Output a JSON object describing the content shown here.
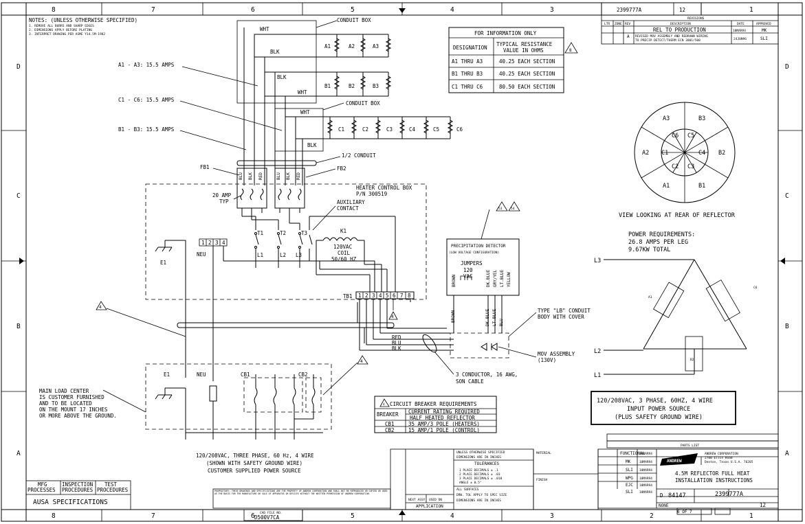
{
  "border": {
    "columns": [
      "8",
      "7",
      "6",
      "5",
      "4",
      "3",
      "2",
      "1"
    ],
    "rows": [
      "D",
      "C",
      "B",
      "A"
    ]
  },
  "notes": {
    "title": "NOTES: (UNLESS OTHERWISE SPECIFIED)",
    "lines": [
      "1. REMOVE ALL BURRS AND SHARP EDGES",
      "2. DIMENSIONS APPLY BEFORE PLATING",
      "3. INTERPRET DRAWING PER ASME Y14.5M-1982"
    ]
  },
  "conduit": {
    "box1": "CONDUIT BOX",
    "box2": "CONDUIT BOX",
    "half": "1/2 CONDUIT"
  },
  "wires": {
    "wht": "WHT",
    "blk": "BLK",
    "blu": "BLU",
    "red": "RED"
  },
  "groups": {
    "a": "A1 - A3: 15.5 AMPS",
    "c": "C1 - C6: 15.5 AMPS",
    "b": "B1 - B3: 15.5 AMPS"
  },
  "resistors": {
    "a": [
      "A1",
      "A2",
      "A3"
    ],
    "b": [
      "B1",
      "B2",
      "B3"
    ],
    "c": [
      "C1",
      "C2",
      "C3",
      "C4",
      "C5",
      "C6"
    ]
  },
  "fuse_blocks": {
    "fb1": "FB1",
    "fb2": "FB2",
    "amp": "20 AMP",
    "typ": "TYP"
  },
  "heater_box": {
    "title": "HEATER CONTROL BOX",
    "pn": "P/N 300519",
    "aux": "AUXILIARY",
    "contact": "CONTACT",
    "k1": "K1",
    "coil1": "120VAC",
    "coil2": "COIL",
    "coil3": "50/60 HZ",
    "terminals_top": [
      "T1",
      "T2",
      "T3"
    ],
    "terminals_bottom": [
      "L1",
      "L2",
      "L3"
    ],
    "e1": "E1",
    "neu": "NEU",
    "terminal_block": [
      "1",
      "2",
      "3",
      "4"
    ],
    "tb1": "TB1",
    "tb1_terms": [
      "1",
      "2",
      "3",
      "4",
      "5",
      "6",
      "7",
      "8"
    ]
  },
  "info_table": {
    "title": "FOR INFORMATION ONLY",
    "headers": [
      "DESIGNATION",
      "TYPICAL RESISTANCE",
      "VALUE IN OHMS"
    ],
    "rows": [
      [
        "A1 THRU A3",
        "40.25 EACH SECTION"
      ],
      [
        "B1 THRU B3",
        "40.25 EACH SECTION"
      ],
      [
        "C1 THRU C6",
        "80.50 EACH SECTION"
      ]
    ],
    "flag": "8"
  },
  "reflector_view": {
    "outer": [
      "A3",
      "B3",
      "B2",
      "B1",
      "A1",
      "A2"
    ],
    "inner": [
      "C6",
      "C5",
      "C4",
      "C3",
      "C2",
      "C1"
    ],
    "caption": "VIEW LOOKING AT REAR OF REFLECTOR"
  },
  "power": {
    "title": "POWER REQUIREMENTS:",
    "line1": "26.8 AMPS PER LEG",
    "line2": "9.67KW TOTAL",
    "legs": [
      "L3",
      "L2",
      "L1"
    ]
  },
  "detector": {
    "title": "PRECIPITATION DETECTOR",
    "subtitle": "(LOW VOLTAGE CONFIGURATION)",
    "jumpers": "JUMPERS",
    "vac": "120",
    "vac2": "VAC",
    "wires": [
      "BROWN",
      "DK.BLUE",
      "GRY/YEL",
      "LT.BLUE",
      "YELLOW"
    ],
    "flags": [
      "53",
      "54"
    ]
  },
  "conduit_body": {
    "line1": "TYPE \"LB\" CONDUIT",
    "line2": "BODY WITH COVER"
  },
  "mov": {
    "line1": "MOV ASSEMBLY",
    "line2": "(130V)"
  },
  "cable": {
    "line1": "3 CONDUCTOR, 16 AWG,",
    "line2": "SON CABLE"
  },
  "source_box": {
    "line1": "120/208VAC, 3 PHASE, 60HZ, 4 WIRE",
    "line2": "INPUT POWER SOURCE",
    "line3": "(PLUS SAFETY GROUND WIRE)"
  },
  "main_load": {
    "lines": [
      "MAIN LOAD CENTER",
      "IS CUSTOMER FURNISHED",
      "AND TO BE LOCATED",
      "ON THE MOUNT 17 INCHES",
      "OR MORE ABOVE THE GROUND."
    ],
    "e1": "E1",
    "neu": "NEU",
    "cb1": "CB1",
    "cb2": "CB2"
  },
  "customer_power": {
    "line1": "120/208VAC, THREE PHASE, 60 Hz, 4 WIRE",
    "line2": "(SHOWN WITH SAFETY GROUND WIRE)",
    "line3": "CUSTOMER SUPPLIED POWER SOURCE"
  },
  "breaker_table": {
    "title": "CIRCUIT BREAKER REQUIREMENTS",
    "flag": "4",
    "headers": [
      "BREAKER",
      "CURRENT RATING REQUIRED",
      "HALF HEATED REFLECTOR"
    ],
    "rows": [
      [
        "CB1",
        "35 AMP/3 POLE (HEATERS)"
      ],
      [
        "CB2",
        "15 AMP/1 POLE (CONTROL)"
      ]
    ]
  },
  "flags": {
    "f4a": "4",
    "f4b": "4",
    "f4c": "4"
  },
  "revisions": {
    "header": "REVISIONS",
    "cols": [
      "LTR",
      "ZONE",
      "REV",
      "DESCRIPTION",
      "DATE",
      "APPROVED"
    ],
    "row1": [
      "REL TO PRODUCTION",
      "18MAR94",
      "MK"
    ],
    "row2_rev": "A",
    "row2_desc1": "REVISED MOV ASSEMBLY AND REDRAWN WIRING",
    "row2_desc2": "TO PRECIP DETECT/THERM   ECN 3001/500",
    "row2_date": "24JUN96",
    "row2_appr": "SLI"
  },
  "dwg_top": {
    "no": "2399777A",
    "sheet": "12"
  },
  "parts_list": "PARTS LIST",
  "signatures": [
    [
      "FUNCTIONAL",
      "18MAR94"
    ],
    [
      "MK",
      "18MAR94"
    ],
    [
      "SLI",
      "18MAR94"
    ],
    [
      "WPG",
      "18MAR94"
    ],
    [
      "EJC",
      "18MAR94"
    ],
    [
      "SLI",
      "18MAR94"
    ]
  ],
  "company": {
    "logo": "ANDREW",
    "name": "ANDREW CORPORATION",
    "addr1": "2700 Ellis Road",
    "addr2": "Denton, Texas  U.S.A.  76205"
  },
  "title_block": {
    "title1": "4.5M REFLECTOR FULL HEAT",
    "title2": "INSTALLATION INSTRUCTIONS",
    "size": "D",
    "cage": "84147",
    "dwg_no": "2399777A",
    "rev": "12",
    "scale": "NONE",
    "sheet_of": "6 OF 7"
  },
  "tolerances": {
    "header1": "UNLESS OTHERWISE SPECIFIED",
    "header2": "DIMENSIONS ARE IN INCHES",
    "title": "TOLERANCES",
    "lines": [
      "1 PLACE DECIMALS ± .1",
      "2 PLACE DECIMALS ± .03",
      "3 PLACE DECIMALS ± .010",
      "ANGLE ± 0.5°"
    ],
    "extra": [
      "ALL SURFACES",
      "DRW. TOL APPLY TO SPEC SIZE",
      "DIMENSIONS ARE IN INCHES"
    ],
    "material": "MATERIAL",
    "finish": "FINISH"
  },
  "application": {
    "next": "NEXT ASSY",
    "used": "USED ON",
    "label": "APPLICATION"
  },
  "specs": {
    "mfg": "MFG PROCESSES",
    "inspection": "INSPECTION PROCEDURES",
    "test": "TEST PROCEDURES",
    "title": "AUSA SPECIFICATIONS"
  },
  "cad": {
    "label": "CAD FILE NO.",
    "value": "D500V7CA"
  },
  "proprietary": "PROPRIETARY: THESE DRAWINGS AND SPECIFICATIONS ARE THE PROPERTY OF ANDREW CORPORATION AND SHALL NOT BE REPRODUCED OR COPIED OR USED AS THE BASIS FOR THE MANUFACTURE OR SALE OF APPARATUS OR DEVICES WITHOUT THE WRITTEN PERMISSION OF ANDREW CORPORATION."
}
